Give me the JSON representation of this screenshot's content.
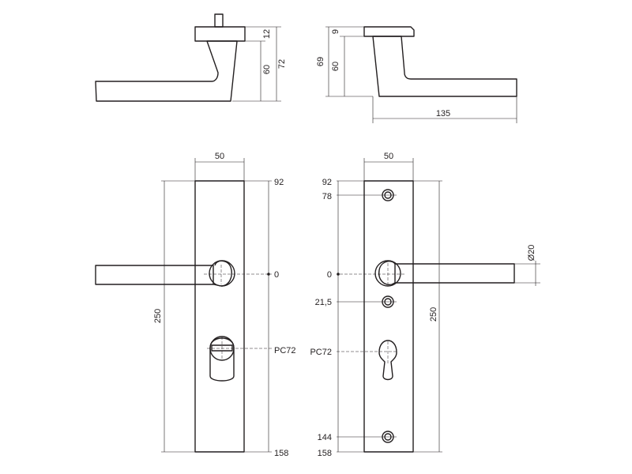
{
  "top_left_view": {
    "dims": {
      "collar": "12",
      "neck": "60",
      "total": "72"
    }
  },
  "top_right_view": {
    "dims": {
      "rose": "9",
      "neck": "60",
      "total": "69",
      "length": "135"
    }
  },
  "front_left_view": {
    "dims": {
      "width": "50",
      "top": "92",
      "zero": "0",
      "cylinder": "PC72",
      "bottom": "158",
      "height": "250"
    }
  },
  "front_right_view": {
    "dims": {
      "width": "50",
      "top": "92",
      "screw_top": "78",
      "zero": "0",
      "screw_mid": "21,5",
      "cylinder": "PC72",
      "screw_bottom": "144",
      "bottom": "158",
      "height": "250",
      "rose_dia": "Ø20"
    }
  },
  "colors": {
    "line": "#231f20",
    "background": "#ffffff"
  },
  "icons": {
    "screw": "screw-icon",
    "keyhole": "keyhole-icon",
    "rose": "rose-icon"
  }
}
